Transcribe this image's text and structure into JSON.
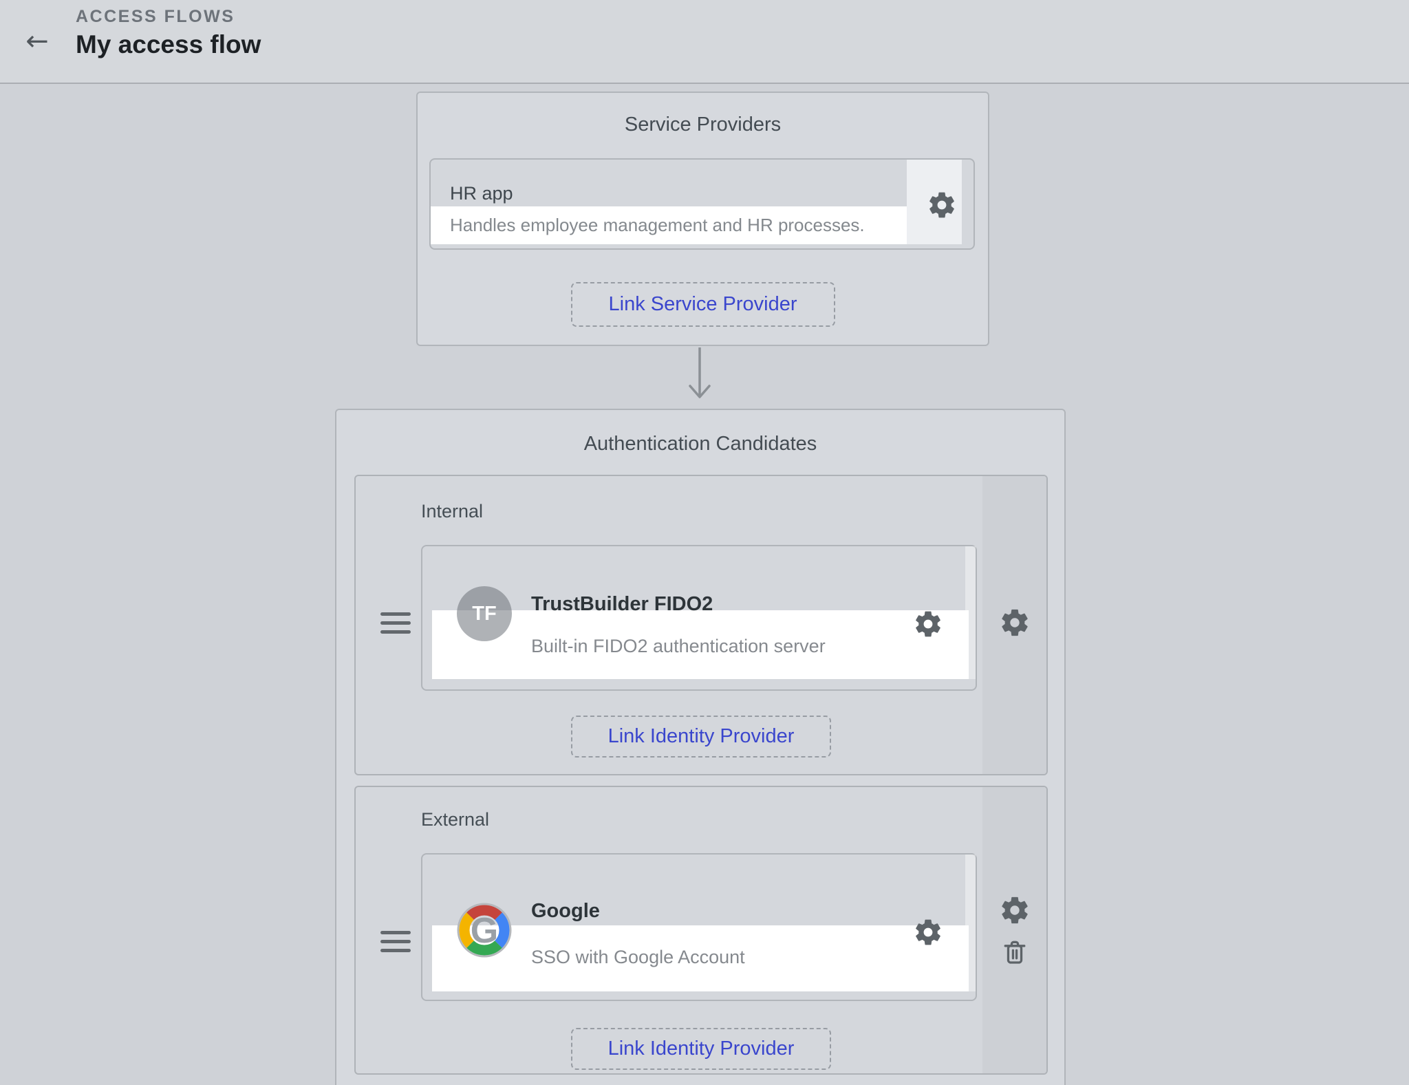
{
  "header": {
    "eyebrow": "ACCESS FLOWS",
    "title": "My access flow",
    "back_icon": "←"
  },
  "service_providers": {
    "title": "Service Providers",
    "card": {
      "name": "HR app",
      "description": "Handles employee management and HR processes."
    },
    "link_label": "Link Service Provider"
  },
  "authentication_candidates": {
    "title": "Authentication Candidates",
    "sections": [
      {
        "label": "Internal",
        "card": {
          "name": "TrustBuilder FIDO2",
          "description": "Built-in FIDO2 authentication server",
          "avatar_letters": "TF"
        },
        "link_label": "Link Identity Provider",
        "row_actions": [
          "settings"
        ]
      },
      {
        "label": "External",
        "card": {
          "name": "Google",
          "description": "SSO with Google Account",
          "avatar_letters": "G"
        },
        "link_label": "Link Identity Provider",
        "row_actions": [
          "settings",
          "delete"
        ]
      }
    ]
  },
  "colors": {
    "accent_blue": "#3a46cd",
    "canvas": "#cfd2d7",
    "panel_background": "#d6d9de",
    "card_strip": "#ffffff",
    "icon_gray": "#5d6368",
    "google_red": "#c5443c",
    "google_blue": "#4285f4",
    "google_green": "#34a853",
    "google_yellow": "#f4b400",
    "google_gray_g": "#9aa0a6"
  }
}
